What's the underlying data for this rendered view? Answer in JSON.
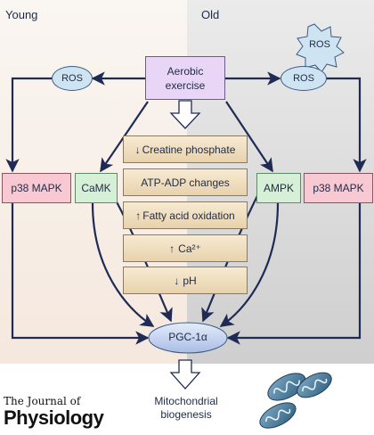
{
  "headers": {
    "left": "Young",
    "right": "Old"
  },
  "nodes": {
    "exercise": "Aerobic\nexercise",
    "ros_left": "ROS",
    "ros_right": "ROS",
    "ros_burst": "ROS",
    "p38_left": "p38 MAPK",
    "camk": "CaMK",
    "ampk": "AMPK",
    "p38_right": "p38 MAPK",
    "pgc": "PGC-1α",
    "outcome": "Mitochondrial\nbiogenesis"
  },
  "signals": [
    {
      "arrow": "↓",
      "text": "Creatine phosphate"
    },
    {
      "arrow": "",
      "text": "ATP-ADP changes"
    },
    {
      "arrow": "↑",
      "text": "Fatty acid oxidation"
    },
    {
      "arrow": "↑",
      "text": "Ca²⁺"
    },
    {
      "arrow": "↓",
      "text": "pH"
    }
  ],
  "journal": {
    "line1": "The Journal of",
    "line2": "Physiology"
  },
  "colors": {
    "young_bg": "#f7efe8",
    "old_bg": "#dcdcdc",
    "arrow": "#1f2a55",
    "ellipse_fill": "#cfe4f3",
    "pgc_fill": "#c7d3ef"
  }
}
